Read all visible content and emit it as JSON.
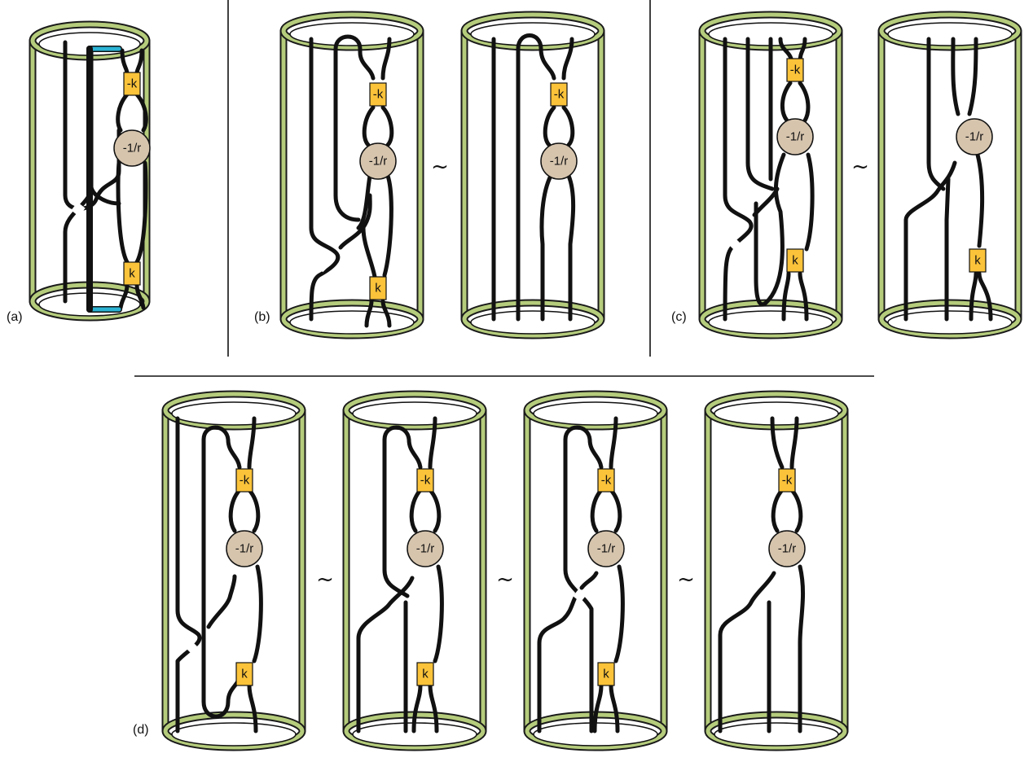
{
  "panels": [
    {
      "label": "(a)"
    },
    {
      "label": "(b)"
    },
    {
      "label": "(c)"
    },
    {
      "label": "(d)"
    }
  ],
  "equivalence_symbol": "~",
  "twist_labels": {
    "top": "-k",
    "bottom": "k",
    "rational": "-1/r"
  },
  "colors": {
    "cylinder": "#b5cc7c",
    "twist_box": "#fbc33a",
    "rational_tangle": "#d6c4ad",
    "band": "#2bb3d4",
    "strand": "#111111"
  }
}
